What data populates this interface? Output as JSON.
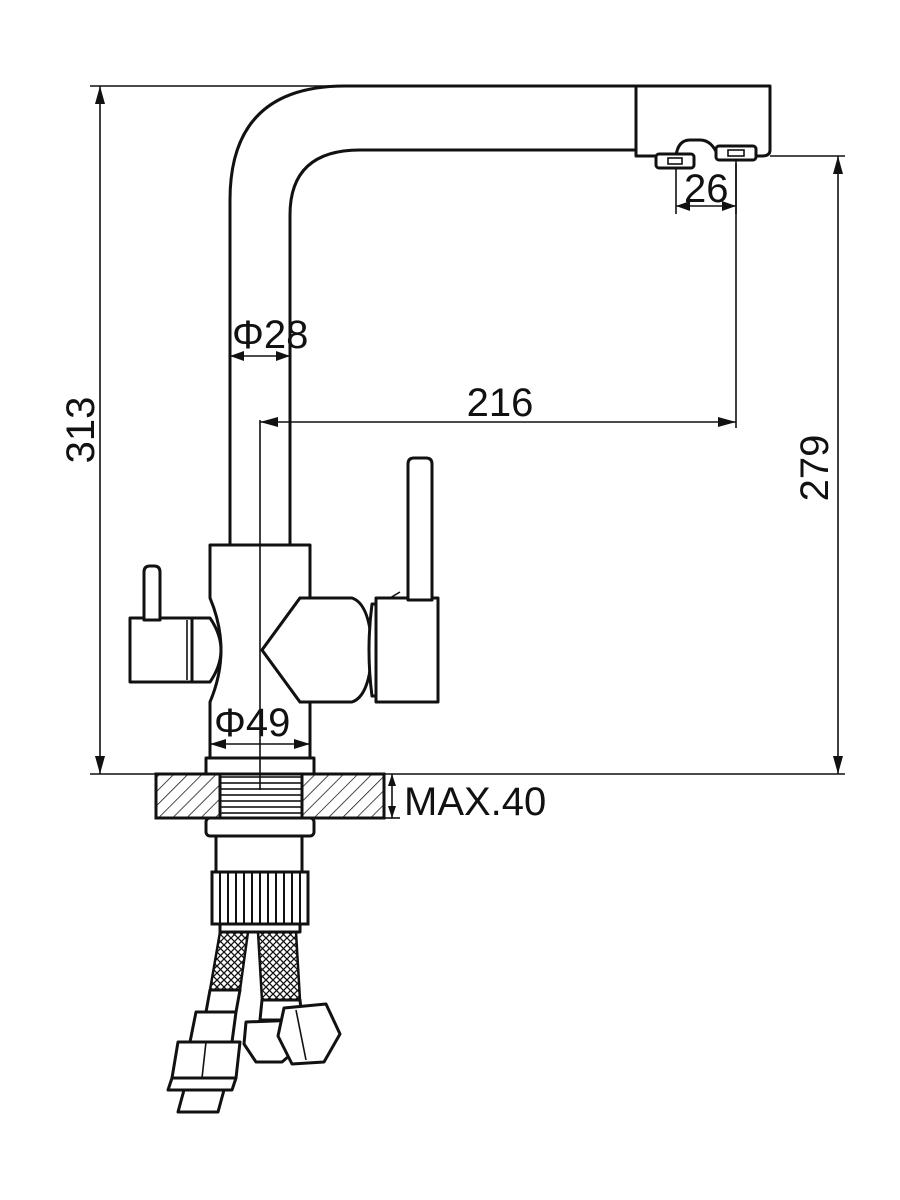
{
  "dimensions": {
    "total_height": "313",
    "spout_height": "279",
    "spout_reach": "216",
    "spout_diameter": "Φ28",
    "base_diameter": "Φ49",
    "outlet_spacing": "26",
    "max_countertop_thickness": "MAX.40"
  },
  "colors": {
    "line": "#111111",
    "background": "#ffffff"
  }
}
